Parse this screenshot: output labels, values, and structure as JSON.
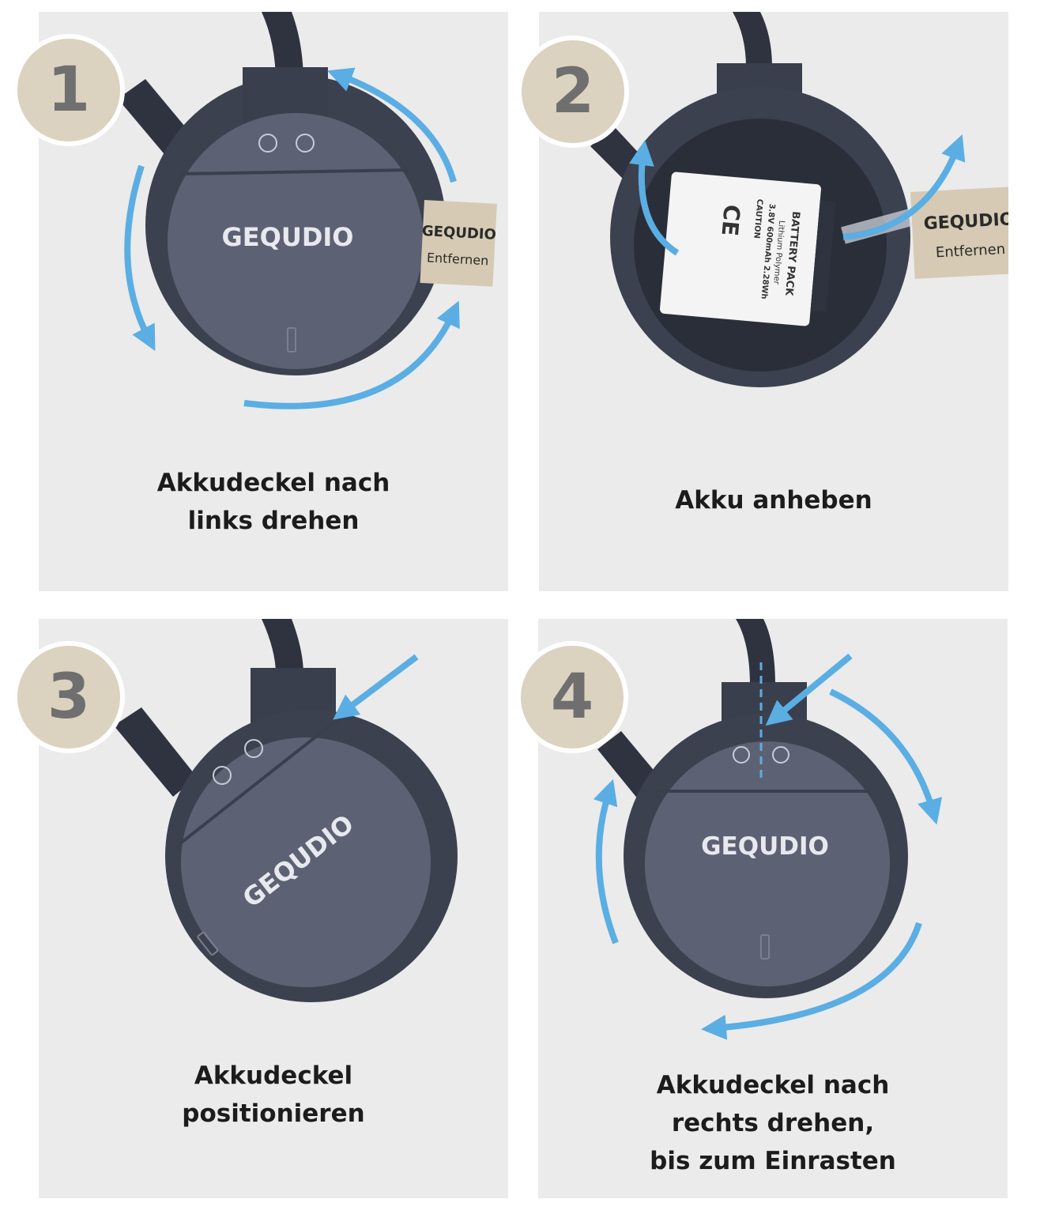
{
  "colors": {
    "panel_bg": "#ebebeb",
    "badge_bg": "#dbd2c0",
    "badge_text": "#6f6f6f",
    "arrow": "#5aaee3",
    "device": "#44495a",
    "cover": "#5c6273",
    "tab": "#d6cab4"
  },
  "brand": "GEQUDIO",
  "steps": [
    {
      "number": "1",
      "caption_line1": "Akkudeckel nach",
      "caption_line2": "links drehen",
      "tab_brand": "GEQUDIO",
      "tab_label": "Entfernen"
    },
    {
      "number": "2",
      "caption_line1": "Akku anheben",
      "tab_brand": "GEQUDIO",
      "tab_label": "Entfernen",
      "battery": {
        "title": "BATTERY PACK",
        "chemistry": "Lithium Polymer",
        "rating": "3.8V 600mAh 2.28Wh",
        "caution": "CAUTION"
      }
    },
    {
      "number": "3",
      "caption_line1": "Akkudeckel",
      "caption_line2": "positionieren"
    },
    {
      "number": "4",
      "caption_line1": "Akkudeckel nach",
      "caption_line2": "rechts drehen,",
      "caption_line3": "bis zum Einrasten"
    }
  ]
}
